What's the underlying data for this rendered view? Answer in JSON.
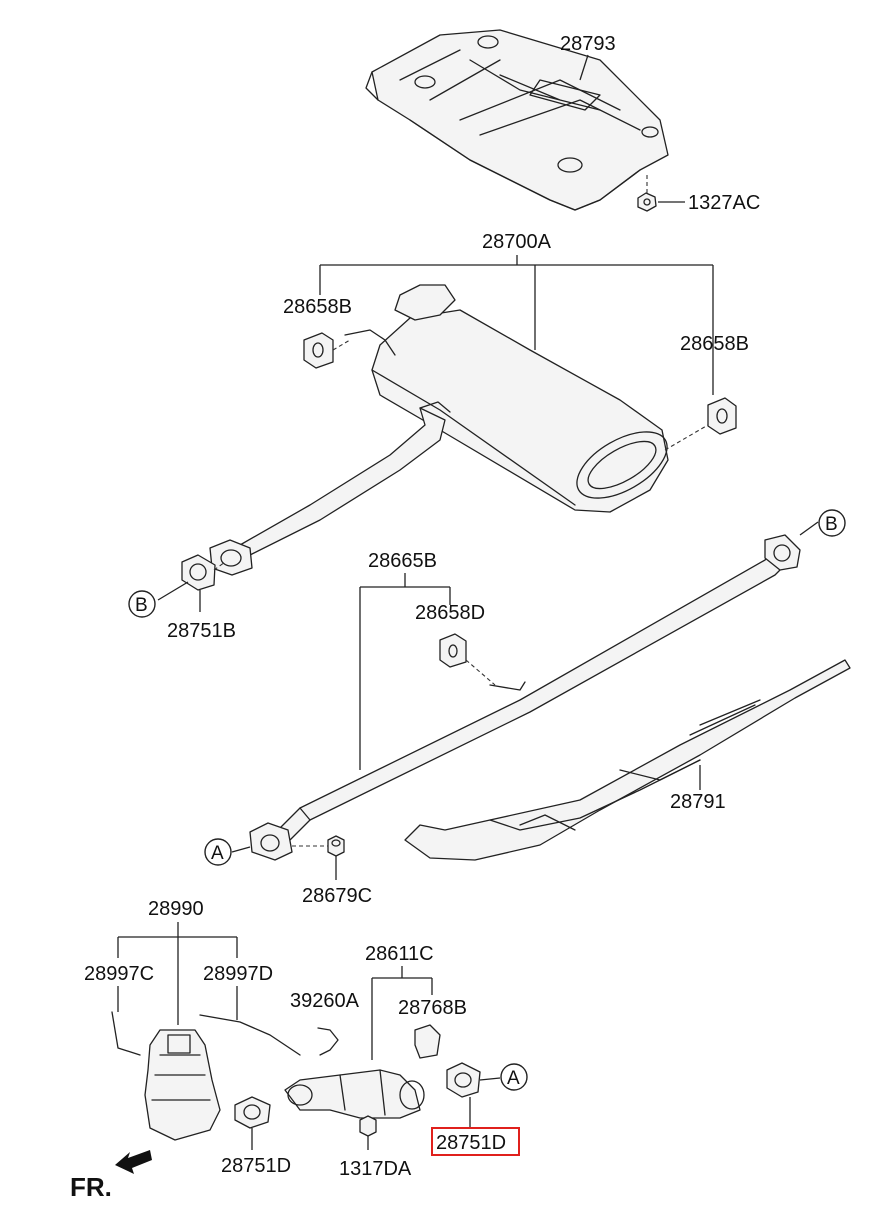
{
  "labels": {
    "p28793": "28793",
    "p1327ac": "1327AC",
    "p28700a": "28700A",
    "p28658b_left": "28658B",
    "p28658b_right": "28658B",
    "p28751b": "28751B",
    "p28665b": "28665B",
    "p28658d": "28658D",
    "p28791": "28791",
    "p28679c": "28679C",
    "p28990": "28990",
    "p28997c": "28997C",
    "p28997d": "28997D",
    "p39260a": "39260A",
    "p28611c": "28611C",
    "p28768b": "28768B",
    "p28751d_left": "28751D",
    "p1317da": "1317DA",
    "p28751d_right": "28751D",
    "fr": "FR."
  },
  "refs": {
    "b_top": "B",
    "b_left": "B",
    "a_mid": "A",
    "a_low": "A"
  },
  "colors": {
    "highlight": "#e0201c",
    "line": "#222222"
  }
}
